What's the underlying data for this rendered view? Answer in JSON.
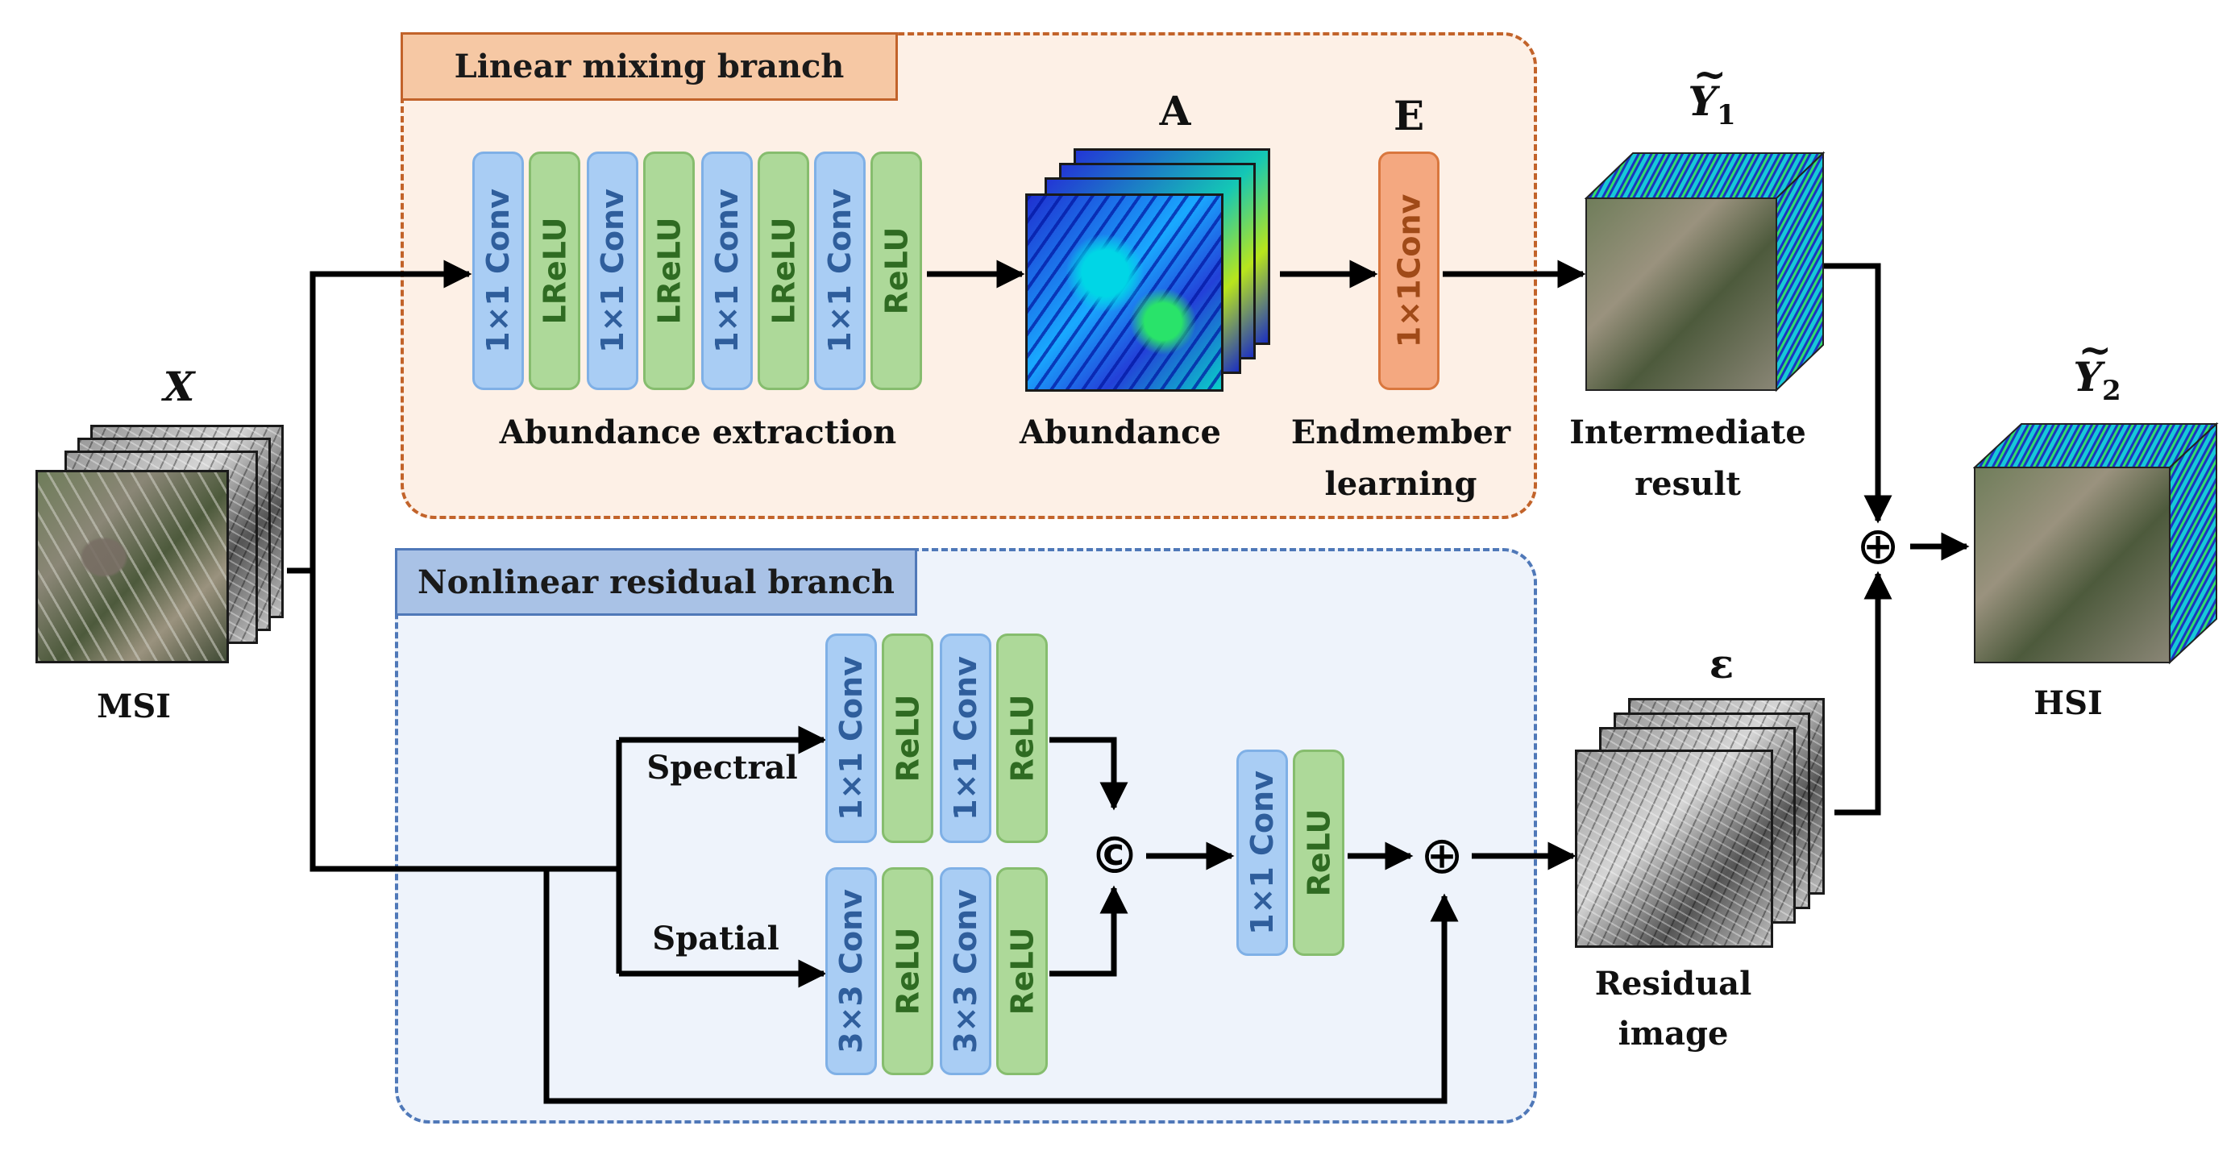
{
  "branches": {
    "linear": {
      "title": "Linear mixing branch"
    },
    "nonlinear": {
      "title": "Nonlinear residual branch"
    }
  },
  "inputs": {
    "symbol": "X",
    "label": "MSI"
  },
  "linear_branch": {
    "blocks": [
      "1×1 Conv",
      "LReLU",
      "1×1 Conv",
      "LReLU",
      "1×1 Conv",
      "LReLU",
      "1×1 Conv",
      "ReLU"
    ],
    "abundance_extraction_label": "Abundance extraction",
    "abundance_symbol": "A",
    "abundance_label": "Abundance",
    "endmember_symbol": "E",
    "endmember_block": "1×1Conv",
    "endmember_label_line1": "Endmember",
    "endmember_label_line2": "learning"
  },
  "intermediate": {
    "symbol_main": "Y",
    "symbol_tilde": "~",
    "symbol_sub": "1",
    "label_line1": "Intermediate",
    "label_line2": "result"
  },
  "nonlinear_branch": {
    "spectral_label": "Spectral",
    "spatial_label": "Spatial",
    "spectral_blocks": [
      "1×1 Conv",
      "ReLU",
      "1×1 Conv",
      "ReLU"
    ],
    "spatial_blocks": [
      "3×3 Conv",
      "ReLU",
      "3×3 Conv",
      "ReLU"
    ],
    "concat_symbol": "©",
    "fusion_blocks": [
      "1×1 Conv",
      "ReLU"
    ],
    "add_symbol": "⊕"
  },
  "residual": {
    "symbol": "ε",
    "label_line1": "Residual",
    "label_line2": "image"
  },
  "output": {
    "symbol_main": "Y",
    "symbol_tilde": "~",
    "symbol_sub": "2",
    "label": "HSI",
    "add_symbol": "⊕"
  },
  "colors": {
    "conv": "#a9cdf4",
    "act": "#add999",
    "endmember": "#f4a880",
    "linear_bg": "#fdf0e6",
    "nonlinear_bg": "#eef3fb"
  }
}
